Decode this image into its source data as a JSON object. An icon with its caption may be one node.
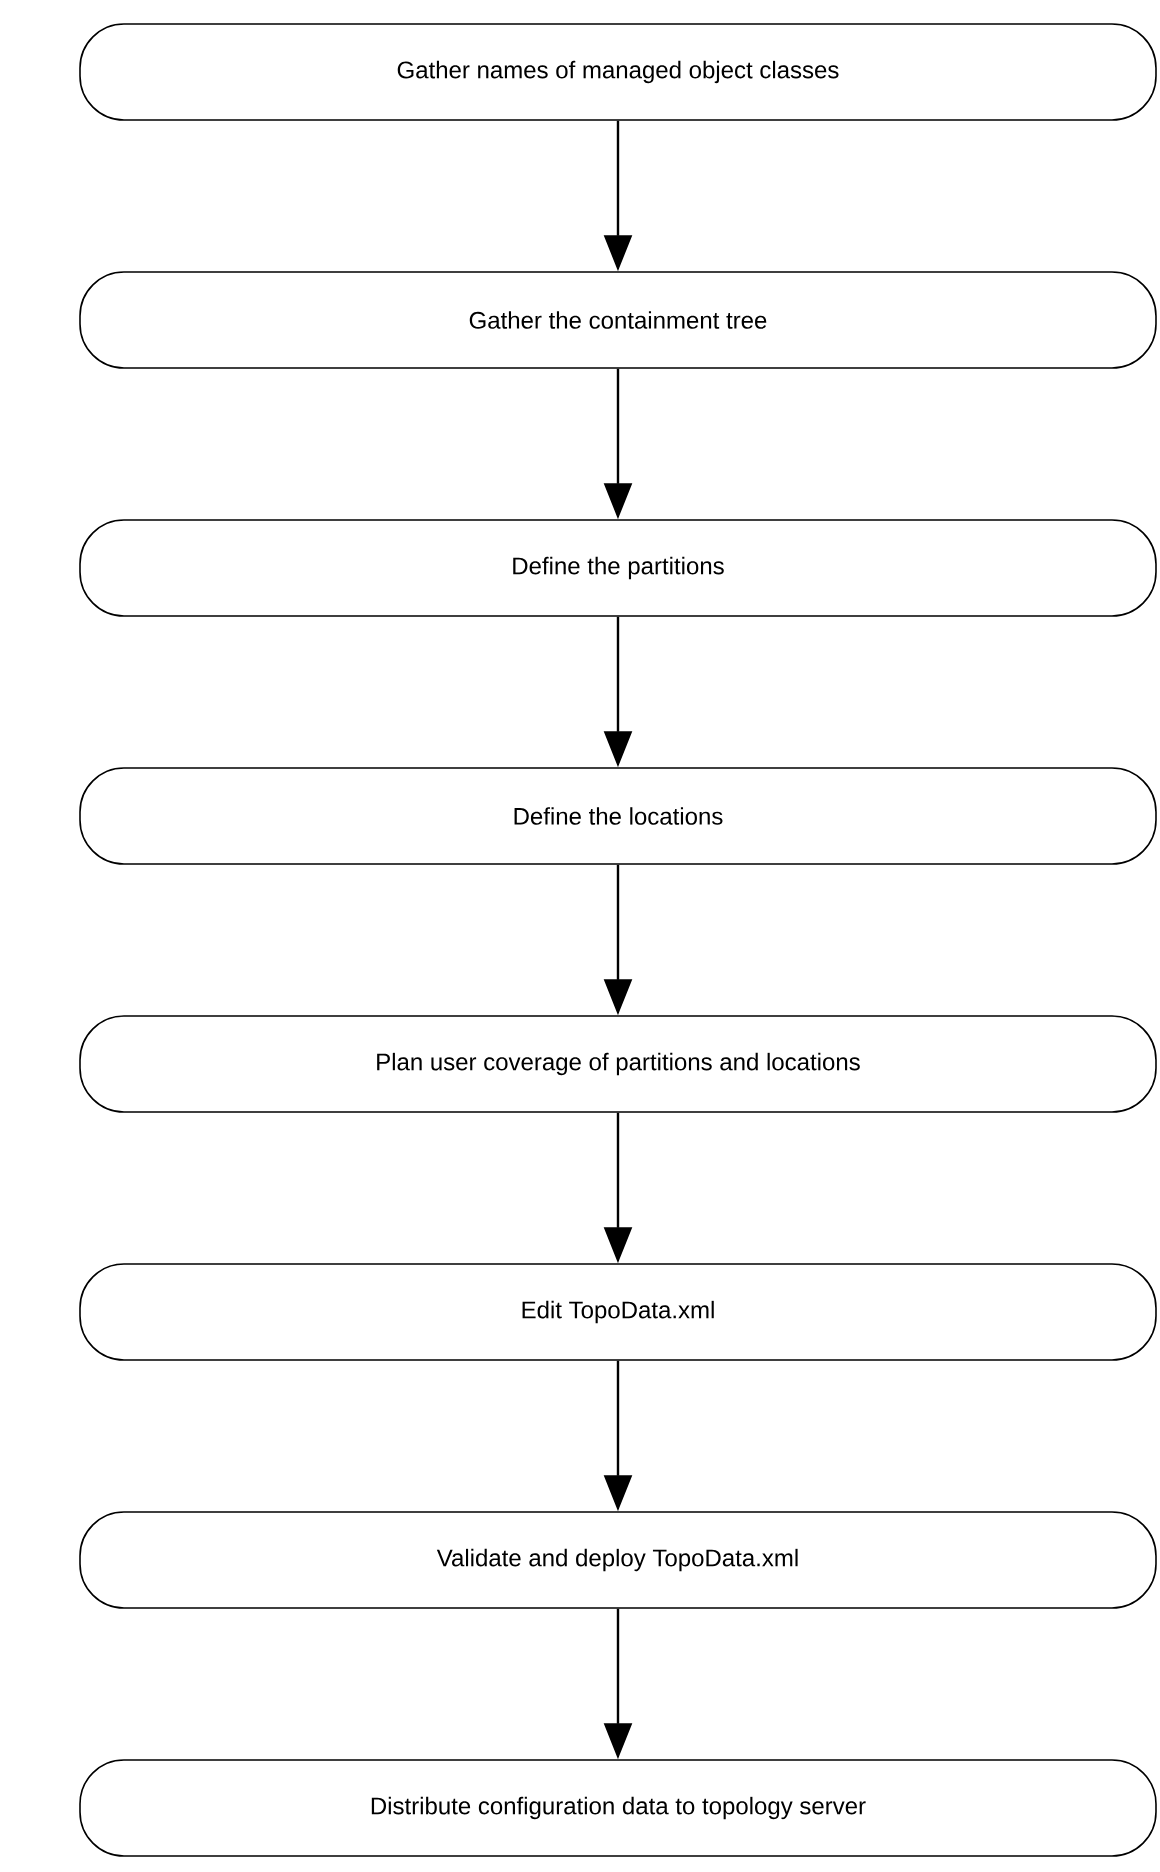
{
  "diagram": {
    "nodes": [
      {
        "text": [
          "Gather names of managed object classes"
        ]
      },
      {
        "text": [
          "Gather the containment tree"
        ]
      },
      {
        "text": [
          "Define the partitions"
        ]
      },
      {
        "text": [
          "Define the locations"
        ]
      },
      {
        "text": [
          "Plan user coverage of partitions and locations"
        ]
      },
      {
        "text": [
          "Edit TopoData.xml"
        ]
      },
      {
        "text": [
          "Validate and deploy TopoData.xml"
        ]
      },
      {
        "text": [
          "Distribute configuration data to topology server"
        ]
      }
    ],
    "edges": [
      {
        "from": 0,
        "to": 1,
        "arrow": "to"
      },
      {
        "from": 1,
        "to": 2,
        "arrow": "to"
      },
      {
        "from": 2,
        "to": 3,
        "arrow": "to"
      },
      {
        "from": 3,
        "to": 4,
        "arrow": "to"
      },
      {
        "from": 4,
        "to": 5,
        "arrow": "to"
      },
      {
        "from": 5,
        "to": 6,
        "arrow": "to"
      },
      {
        "from": 6,
        "to": 7,
        "arrow": "to"
      }
    ]
  }
}
